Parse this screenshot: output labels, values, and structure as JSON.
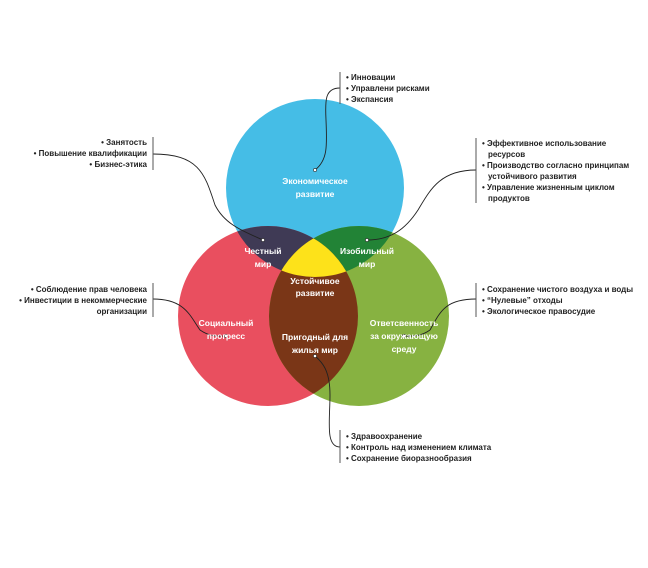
{
  "colors": {
    "economic": "#45bde6",
    "social": "#e94f5f",
    "environment": "#87b241",
    "fair": "#3f3a55",
    "abundant": "#228336",
    "livable": "#7a3617",
    "sustainable": "#fde21a"
  },
  "circles": {
    "economic": [
      "Экономическое",
      "развитие"
    ],
    "social": [
      "Социальный",
      "прогресс"
    ],
    "environment": [
      "Ответсвенность",
      "за окружающую",
      "среду"
    ],
    "fair": [
      "Честный",
      "мир"
    ],
    "abundant": [
      "Изобильный",
      "мир"
    ],
    "livable": [
      "Пригодный для",
      "жилья мир"
    ],
    "sustainable": [
      "Устойчивое",
      "развитие"
    ]
  },
  "lists": {
    "economic": [
      "Инновации",
      "Управлени рисками",
      "Экспансия"
    ],
    "fair": [
      "Занятость",
      "Повышение квалификации",
      "Бизнес-этика"
    ],
    "abundant": [
      "Эффективное использование",
      "ресурсов",
      "Производство согласно принципам",
      "устойчивого развития",
      "Управление жизненным циклом",
      "продуктов"
    ],
    "social": [
      "Соблюдение прав человека",
      "Инвестиции в некоммерческие",
      "организации"
    ],
    "environment": [
      "Сохранение чистого воздуха и воды",
      "“Нулевые” отходы",
      "Экологическое правосудие"
    ],
    "livable": [
      "Здравоохранение",
      "Контроль над изменением климата",
      "Сохранение биоразнообразия"
    ]
  },
  "bullet": "•"
}
